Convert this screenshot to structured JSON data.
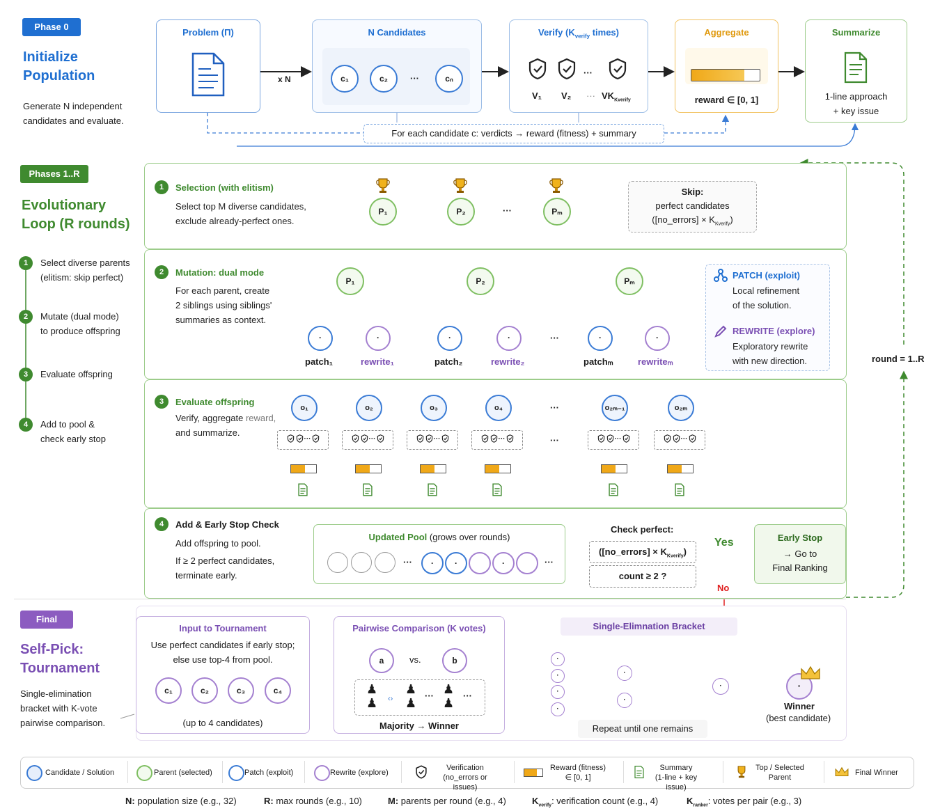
{
  "phase0": {
    "badge": "Phase 0",
    "title_line1": "Initialize",
    "title_line2": "Population",
    "desc_line1": "Generate N independent",
    "desc_line2": "candidates and evaluate.",
    "problem_title": "Problem (Π)",
    "xN": "x N",
    "candidates_title": "N Candidates",
    "cands": [
      "c₁",
      "c₂",
      "cₙ"
    ],
    "ellipsis": "···",
    "verify_title": "Verify (K",
    "verify_sub": "verify",
    "verify_title_end": " times)",
    "verify_labels": [
      "V₁",
      "V₂",
      "VK"
    ],
    "verify_k_sub": "Kverify",
    "aggregate_title": "Aggregate",
    "reward_label": "reward ∈ [0, 1]",
    "summarize_title": "Summarize",
    "summary_line1": "1-line approach",
    "summary_line2": "+ key issue",
    "flow_note": "For each candidate c: verdicts → reward (fitness) + summary"
  },
  "phases": {
    "badge": "Phases 1..R",
    "title_line1": "Evolutionary",
    "title_line2": "Loop (R rounds)",
    "steps": [
      {
        "num": "1",
        "line1": "Select diverse parents",
        "line2": "(elitism: skip perfect)"
      },
      {
        "num": "2",
        "line1": "Mutate (dual mode)",
        "line2": "to produce offspring"
      },
      {
        "num": "3",
        "line1": "Evaluate offspring",
        "line2": ""
      },
      {
        "num": "4",
        "line1": "Add to pool &",
        "line2": "check early stop"
      }
    ],
    "round_label": "round = 1..R"
  },
  "selection": {
    "num": "1",
    "title": "Selection (with elitism)",
    "line1": "Select top M diverse candidates,",
    "line2": "exclude already-perfect ones.",
    "parents": [
      "P₁",
      "P₂",
      "Pₘ"
    ],
    "ellipsis": "···",
    "skip_title": "Skip:",
    "skip_line1": "perfect candidates",
    "skip_line2": "([no_errors] × K",
    "skip_sub": "Kverify",
    "skip_end": ")"
  },
  "mutation": {
    "num": "2",
    "title": "Mutation: dual mode",
    "line1": "For each parent, create",
    "line2": "2 siblings using siblings'",
    "line3": "summaries as context.",
    "parents": [
      "P₁",
      "P₂",
      "Pₘ"
    ],
    "children": [
      "patch₁",
      "rewrite₁",
      "patch₂",
      "rewrite₂",
      "patchₘ",
      "rewriteₘ"
    ],
    "ellipsis": "···",
    "patch_title": "PATCH (exploit)",
    "patch_line1": "Local refinement",
    "patch_line2": "of the solution.",
    "rewrite_title": "REWRITE (explore)",
    "rewrite_line1": "Exploratory rewrite",
    "rewrite_line2": "with new direction."
  },
  "evaluate": {
    "num": "3",
    "title": "Evaluate offspring",
    "line1_a": "Verify, aggregate ",
    "line1_b": "reward,",
    "line2": "and summarize.",
    "offspring": [
      "o₁",
      "o₂",
      "o₃",
      "o₄",
      "o₂ₘ₋₁",
      "o₂ₘ"
    ],
    "ellipsis": "···"
  },
  "addpool": {
    "num": "4",
    "title": "Add & Early Stop Check",
    "line1": "Add offspring to pool.",
    "line2": "If ≥ 2 perfect candidates,",
    "line3": "terminate early.",
    "pool_title": "Updated Pool",
    "pool_note": " (grows over rounds)",
    "ellipsis": "···",
    "check_title": "Check perfect:",
    "check_line1": "([no_errors] × K",
    "check_sub": "Kverify",
    "check_end": ")",
    "check_line2": "count ≥ 2 ?",
    "yes": "Yes",
    "no": "No",
    "early_title": "Early Stop",
    "early_line1": "→ Go to",
    "early_line2": "Final Ranking"
  },
  "final": {
    "badge": "Final",
    "title_line1": "Self-Pick:",
    "title_line2": "Tournament",
    "desc_line1": "Single-elimination",
    "desc_line2": "bracket with K-vote",
    "desc_line3": "pairwise comparison.",
    "input_title": "Input to Tournament",
    "input_line1": "Use perfect candidates if early stop;",
    "input_line2": "else use top-4 from pool.",
    "input_cands": [
      "c₁",
      "c₂",
      "c₃",
      "c₄"
    ],
    "input_note": "(up to 4 candidates)",
    "pair_title": "Pairwise Comparison (K votes)",
    "pair_a": "a",
    "pair_vs": "vs.",
    "pair_b": "b",
    "pair_result": "Majority → Winner",
    "bracket_title": "Single-Elimnation Bracket",
    "bracket_note": "Repeat until one remains",
    "winner": "Winner",
    "winner_note": "(best candidate)"
  },
  "legend": {
    "items": [
      {
        "label": "Candidate / Solution"
      },
      {
        "label": "Parent (selected)"
      },
      {
        "label": "Patch (exploit)"
      },
      {
        "label": "Rewrite (explore)"
      },
      {
        "label": "Verification",
        "label2": "(no_errors or issues)"
      },
      {
        "label": "Reward (fitness)",
        "label2": "∈ [0, 1]"
      },
      {
        "label": "Summary",
        "label2": "(1-line + key issue)"
      },
      {
        "label": "Top / Selected",
        "label2": "Parent"
      },
      {
        "label": "Final Winner"
      }
    ],
    "params": [
      {
        "key": "N:",
        "text": " population size (e.g., 32)"
      },
      {
        "key": "R:",
        "text": " max rounds (e.g., 10)"
      },
      {
        "key": "M:",
        "text": " parents per round (e.g., 4)"
      },
      {
        "key": "K",
        "sub": "verify",
        "text": ": verification count (e.g., 4)"
      },
      {
        "key": "K",
        "sub": "ranker",
        "text": ": votes per pair (e.g., 3)"
      }
    ]
  },
  "colors": {
    "blue": "#1f6fd1",
    "green": "#3f8a2f",
    "purple": "#7a4fb3",
    "orange": "#f0a818"
  }
}
